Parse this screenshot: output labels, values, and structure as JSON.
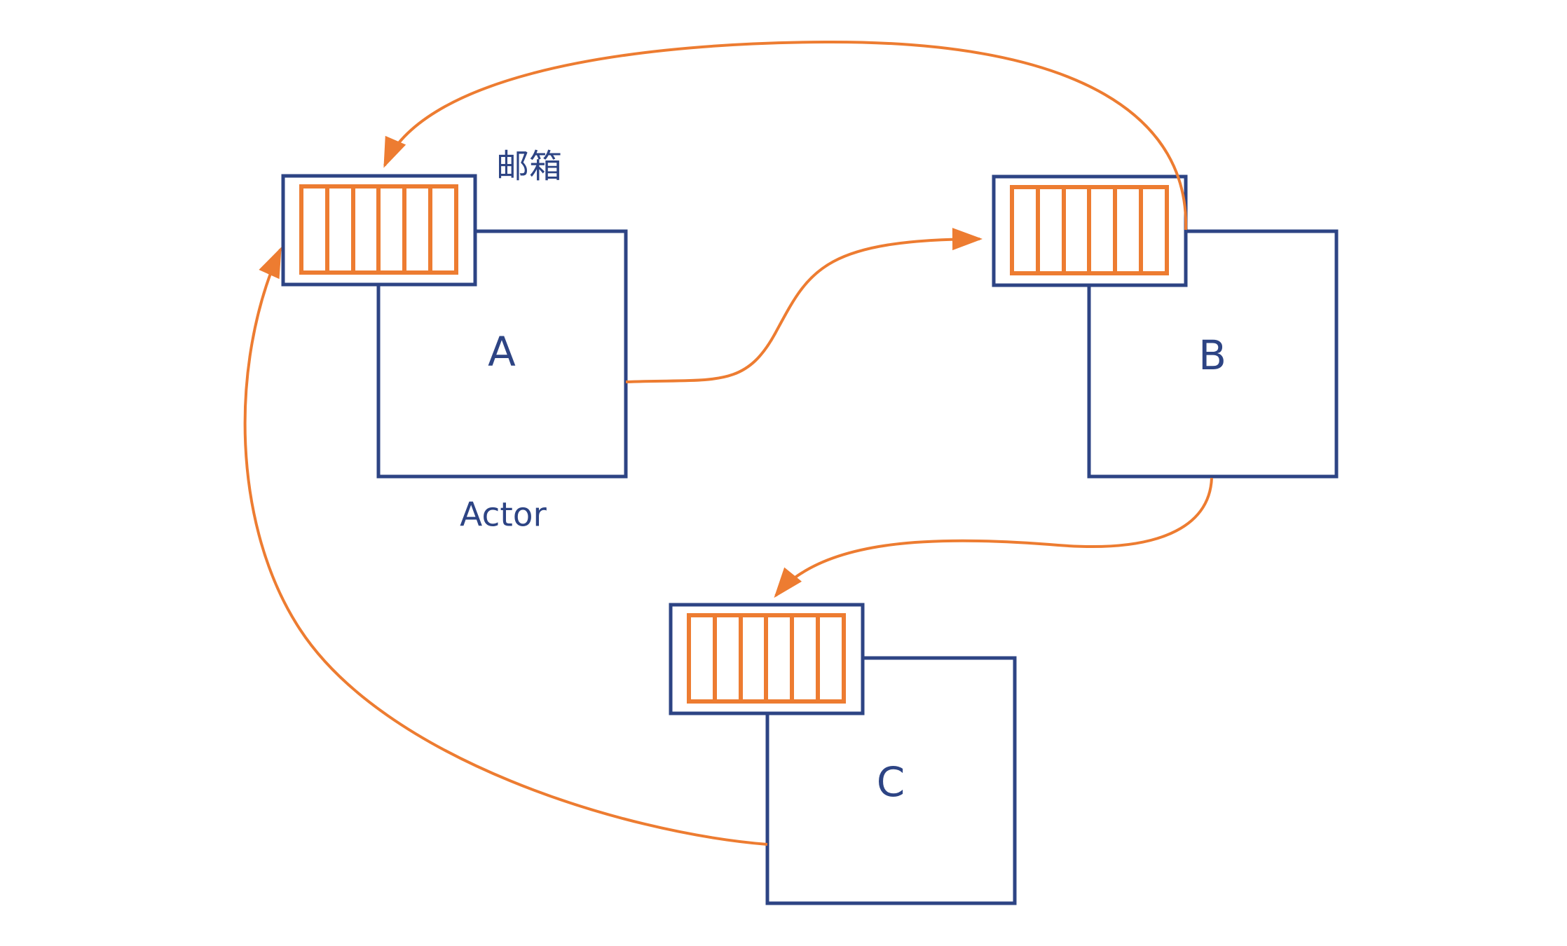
{
  "colors": {
    "ink": "#2d4484",
    "accent": "#ed7c31",
    "bg": "#ffffff"
  },
  "diagram": {
    "type": "actor-model-message-passing",
    "mailbox_label": "邮箱",
    "actor_caption": "Actor",
    "actors": [
      {
        "id": "A",
        "label": "A",
        "mailbox_slots": 6
      },
      {
        "id": "B",
        "label": "B",
        "mailbox_slots": 6
      },
      {
        "id": "C",
        "label": "C",
        "mailbox_slots": 6
      }
    ],
    "messages": [
      {
        "from": "A",
        "to": "mailbox-B"
      },
      {
        "from": "B",
        "to": "mailbox-A"
      },
      {
        "from": "B",
        "to": "mailbox-C"
      },
      {
        "from": "C",
        "to": "mailbox-A"
      }
    ]
  }
}
